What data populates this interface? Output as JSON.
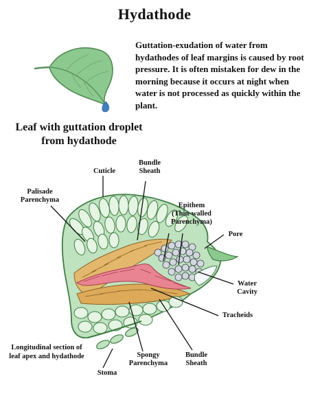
{
  "title": "Hydathode",
  "description": "Guttation-exudation of water from hydathodes of leaf margins is caused by root pressure.  It is often mistaken for dew in the morning because it occurs at night when water is not processed as quickly within the plant.",
  "leaf_caption": "Leaf with guttation droplet from hydathode",
  "section_caption": "Longitudinal section of leaf apex and hydathode",
  "labels": {
    "cuticle": "Cuticle",
    "bundle_sheath_top": "Bundle Sheath",
    "palisade": "Palisade Parenchyma",
    "epithem": "Epithem (Thin-walled Parenchyma)",
    "pore": "Pore",
    "water_cavity": "Water Cavity",
    "tracheids": "Tracheids",
    "bundle_sheath_bottom": "Bundle Sheath",
    "spongy": "Spongy Parenchyma",
    "stoma": "Stoma"
  },
  "colors": {
    "leaf_green": "#8cc98e",
    "cell_outline": "#3d7f43",
    "bundle_tan": "#d9a95a",
    "tracheid_pink": "#e07a86",
    "droplet_blue": "#3f7fc4",
    "epithem_gray": "#c9cfd6"
  }
}
